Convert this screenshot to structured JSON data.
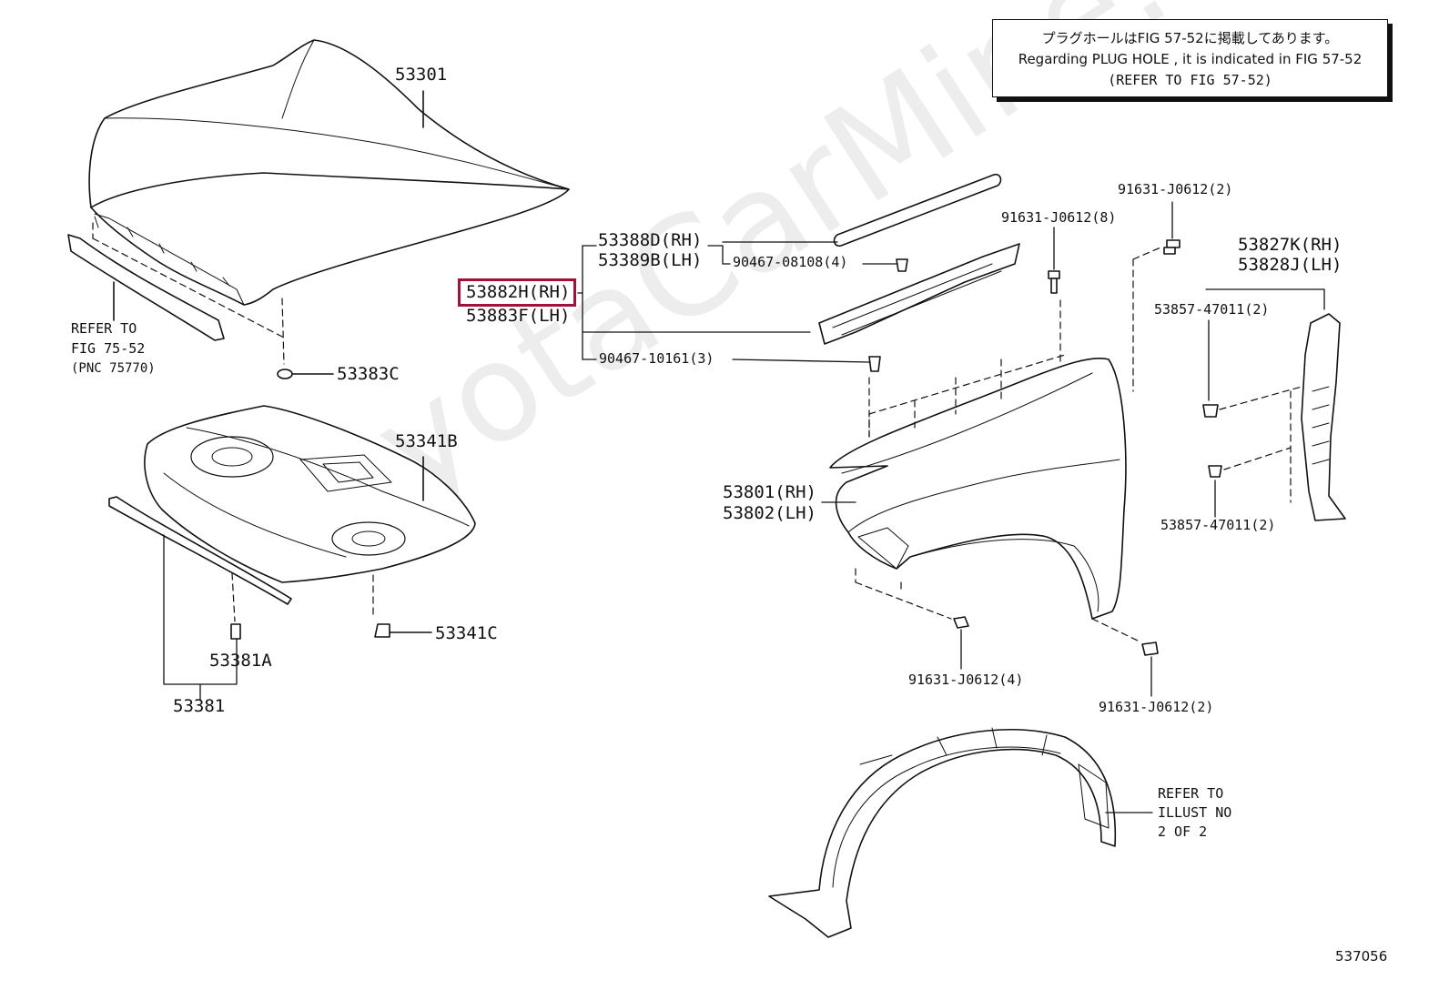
{
  "note": {
    "line1": "プラグホールはFIG 57-52に掲載してあります。",
    "line2": "Regarding PLUG HOLE , it is indicated in FIG 57-52",
    "line3": "(REFER TO FIG 57-52)"
  },
  "watermark": "ToyotaCarMine.ru",
  "figure_number": "537056",
  "highlight": {
    "color": "#a0123a",
    "part": "53882H(RH)"
  },
  "labels": {
    "p53301": "53301",
    "refer_75_l1": "REFER TO",
    "refer_75_l2": "FIG 75-52",
    "refer_75_l3": "(PNC 75770)",
    "p53383C": "53383C",
    "p53341B": "53341B",
    "p53341C": "53341C",
    "p53381A": "53381A",
    "p53381": "53381",
    "p53388D": "53388D(RH)",
    "p53389B": "53389B(LH)",
    "p90467_08108": "90467-08108(4)",
    "p53882H": "53882H(RH)",
    "p53883F": "53883F(LH)",
    "p90467_10161": "90467-10161(3)",
    "p91631_8": "91631-J0612(8)",
    "p91631_2_top": "91631-J0612(2)",
    "p53827K": "53827K(RH)",
    "p53828J": "53828J(LH)",
    "p53857_top": "53857-47011(2)",
    "p53857_bot": "53857-47011(2)",
    "p53801": "53801(RH)",
    "p53802": "53802(LH)",
    "p91631_4": "91631-J0612(4)",
    "p91631_2_bot": "91631-J0612(2)",
    "refer_illust_l1": "REFER TO",
    "refer_illust_l2": "ILLUST NO",
    "refer_illust_l3": "2 OF 2"
  }
}
